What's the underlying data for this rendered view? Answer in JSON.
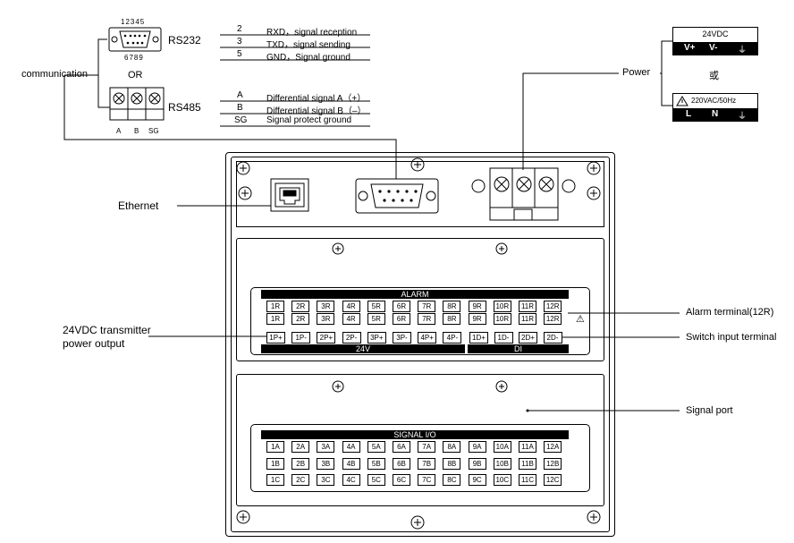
{
  "comm": {
    "label": "communication",
    "or": "OR",
    "rs232": {
      "name": "RS232",
      "pins_top": "12345",
      "pins_bottom": "6789",
      "rows": [
        {
          "pin": "2",
          "desc": "RXD，signal reception"
        },
        {
          "pin": "3",
          "desc": "TXD，signal sending"
        },
        {
          "pin": "5",
          "desc": "GND，Signal ground"
        }
      ]
    },
    "rs485": {
      "name": "RS485",
      "pins": [
        "A",
        "B",
        "SG"
      ],
      "rows": [
        {
          "pin": "A",
          "desc": "Differential signal A（+）"
        },
        {
          "pin": "B",
          "desc": "Differential signal B（–）"
        },
        {
          "pin": "SG",
          "desc": "Signal protect ground"
        }
      ]
    }
  },
  "power": {
    "label": "Power",
    "or": "或",
    "dc": {
      "title": "24VDC",
      "terms": [
        "V+",
        "V-",
        "⏚"
      ]
    },
    "ac": {
      "title": "220VAC/50Hz",
      "terms": [
        "L",
        "N",
        "⏚"
      ]
    }
  },
  "callouts": {
    "ethernet": "Ethernet",
    "transmitter_line1": "24VDC transmitter",
    "transmitter_line2": "power output",
    "alarm": "Alarm terminal(12R)",
    "switch": "Switch input terminal",
    "signal": "Signal port"
  },
  "alarm_block": {
    "title": "ALARM",
    "row1": [
      "1R",
      "2R",
      "3R",
      "4R",
      "5R",
      "6R",
      "7R",
      "8R",
      "9R",
      "10R",
      "11R",
      "12R"
    ],
    "row2": [
      "1R",
      "2R",
      "3R",
      "4R",
      "5R",
      "6R",
      "7R",
      "8R",
      "9R",
      "10R",
      "11R",
      "12R"
    ],
    "tx24": [
      "1P+",
      "1P-",
      "2P+",
      "2P-",
      "3P+",
      "3P-",
      "4P+",
      "4P-"
    ],
    "di": [
      "1D+",
      "1D-",
      "2D+",
      "2D-"
    ],
    "label_24v": "24V",
    "label_di": "DI",
    "warning": "⚠"
  },
  "signal_block": {
    "title": "SIGNAL I/O",
    "rowA": [
      "1A",
      "2A",
      "3A",
      "4A",
      "5A",
      "6A",
      "7A",
      "8A",
      "9A",
      "10A",
      "11A",
      "12A"
    ],
    "rowB": [
      "1B",
      "2B",
      "3B",
      "4B",
      "5B",
      "6B",
      "7B",
      "8B",
      "9B",
      "10B",
      "11B",
      "12B"
    ],
    "rowC": [
      "1C",
      "2C",
      "3C",
      "4C",
      "5C",
      "6C",
      "7C",
      "8C",
      "9C",
      "10C",
      "11C",
      "12C"
    ]
  }
}
